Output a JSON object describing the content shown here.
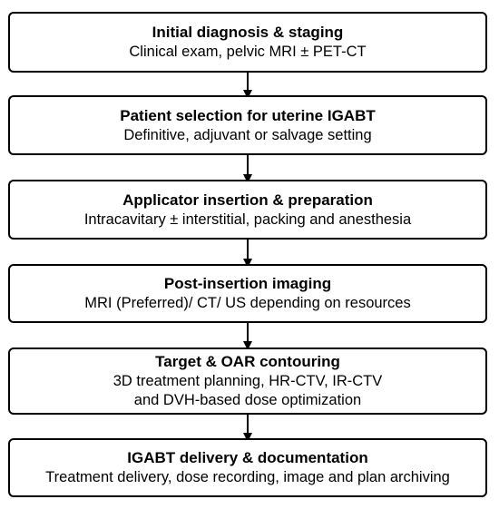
{
  "flowchart": {
    "steps": [
      {
        "title": "Initial diagnosis & staging",
        "lines": [
          "Clinical exam, pelvic MRI ± PET-CT"
        ]
      },
      {
        "title": "Patient selection for uterine IGABT",
        "lines": [
          "Definitive, adjuvant or salvage setting"
        ]
      },
      {
        "title": "Applicator insertion & preparation",
        "lines": [
          "Intracavitary ± interstitial, packing and anesthesia"
        ]
      },
      {
        "title": "Post-insertion imaging",
        "lines": [
          "MRI (Preferred)/ CT/ US depending on resources"
        ]
      },
      {
        "title": "Target & OAR contouring",
        "lines": [
          "3D treatment planning, HR-CTV, IR-CTV",
          "and DVH-based dose optimization"
        ]
      },
      {
        "title": "IGABT delivery & documentation",
        "lines": [
          "Treatment delivery, dose recording, image and plan archiving"
        ]
      }
    ]
  }
}
